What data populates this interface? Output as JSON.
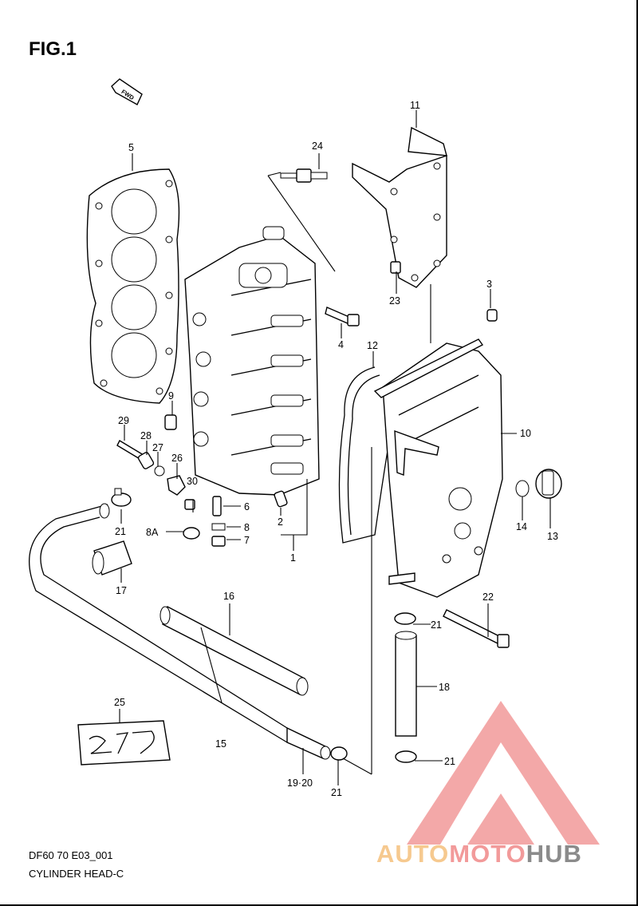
{
  "figure": {
    "title": "FIG.1",
    "direction_tag": "FWD"
  },
  "footer": {
    "code": "DF60 70 E03_001",
    "name": "CYLINDER HEAD-C"
  },
  "watermark": {
    "part1": "AUTO",
    "part2": "MOTO",
    "part3": "HUB",
    "triangle_color": "#f29a9a"
  },
  "callouts": {
    "n1": "1",
    "n2": "2",
    "n3": "3",
    "n4": "4",
    "n5": "5",
    "n6": "6",
    "n7": "7",
    "n8": "8",
    "n8a": "8A",
    "n9": "9",
    "n10": "10",
    "n11": "11",
    "n12": "12",
    "n13": "13",
    "n14": "14",
    "n15": "15",
    "n16": "16",
    "n17": "17",
    "n18": "18",
    "n19_20": "19·20",
    "n21a": "21",
    "n21b": "21",
    "n21c": "21",
    "n21d": "21",
    "n22": "22",
    "n23": "23",
    "n24": "24",
    "n25": "25",
    "n26": "26",
    "n27": "27",
    "n28": "28",
    "n29": "29",
    "n30": "30"
  }
}
